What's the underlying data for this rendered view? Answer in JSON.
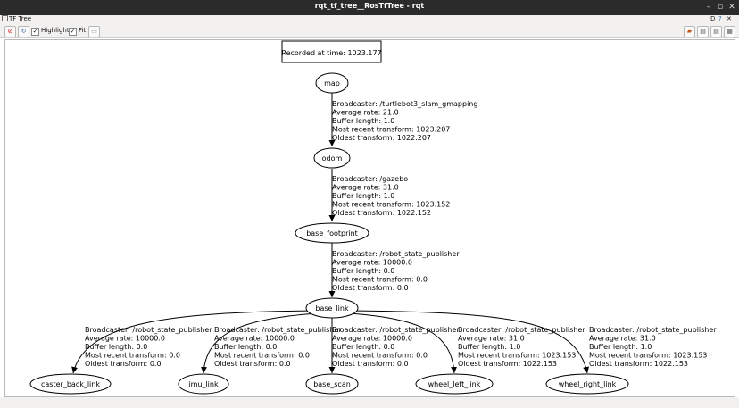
{
  "window": {
    "title": "rqt_tf_tree__RosTfTree - rqt"
  },
  "menubar": {
    "plugin_title": "TF Tree",
    "d_label": "D",
    "help_label": "?"
  },
  "toolbar": {
    "highlight_label": "Highlight",
    "fit_label": "Fit"
  },
  "graph": {
    "recorded_label": "Recorded at time: 1023.177",
    "nodes": [
      {
        "label": "map"
      },
      {
        "label": "odom"
      },
      {
        "label": "base_footprint"
      },
      {
        "label": "base_link"
      },
      {
        "label": "caster_back_link"
      },
      {
        "label": "imu_link"
      },
      {
        "label": "base_scan"
      },
      {
        "label": "wheel_left_link"
      },
      {
        "label": "wheel_right_link"
      }
    ],
    "edges": [
      {
        "lines": [
          "Broadcaster: /turtlebot3_slam_gmapping",
          "Average rate: 21.0",
          "Buffer length: 1.0",
          "Most recent transform: 1023.207",
          "Oldest transform: 1022.207"
        ]
      },
      {
        "lines": [
          "Broadcaster: /gazebo",
          "Average rate: 31.0",
          "Buffer length: 1.0",
          "Most recent transform: 1023.152",
          "Oldest transform: 1022.152"
        ]
      },
      {
        "lines": [
          "Broadcaster: /robot_state_publisher",
          "Average rate: 10000.0",
          "Buffer length: 0.0",
          "Most recent transform: 0.0",
          "Oldest transform: 0.0"
        ]
      },
      {
        "lines": [
          "Broadcaster: /robot_state_publisher",
          "Average rate: 10000.0",
          "Buffer length: 0.0",
          "Most recent transform: 0.0",
          "Oldest transform: 0.0"
        ]
      },
      {
        "lines": [
          "Broadcaster: /robot_state_publisher",
          "Average rate: 10000.0",
          "Buffer length: 0.0",
          "Most recent transform: 0.0",
          "Oldest transform: 0.0"
        ]
      },
      {
        "lines": [
          "Broadcaster: /robot_state_publisher",
          "Average rate: 10000.0",
          "Buffer length: 0.0",
          "Most recent transform: 0.0",
          "Oldest transform: 0.0"
        ]
      },
      {
        "lines": [
          "Broadcaster: /robot_state_publisher",
          "Average rate: 31.0",
          "Buffer length: 1.0",
          "Most recent transform: 1023.153",
          "Oldest transform: 1022.153"
        ]
      },
      {
        "lines": [
          "Broadcaster: /robot_state_publisher",
          "Average rate: 31.0",
          "Buffer length: 1.0",
          "Most recent transform: 1023.153",
          "Oldest transform: 1022.153"
        ]
      }
    ]
  }
}
